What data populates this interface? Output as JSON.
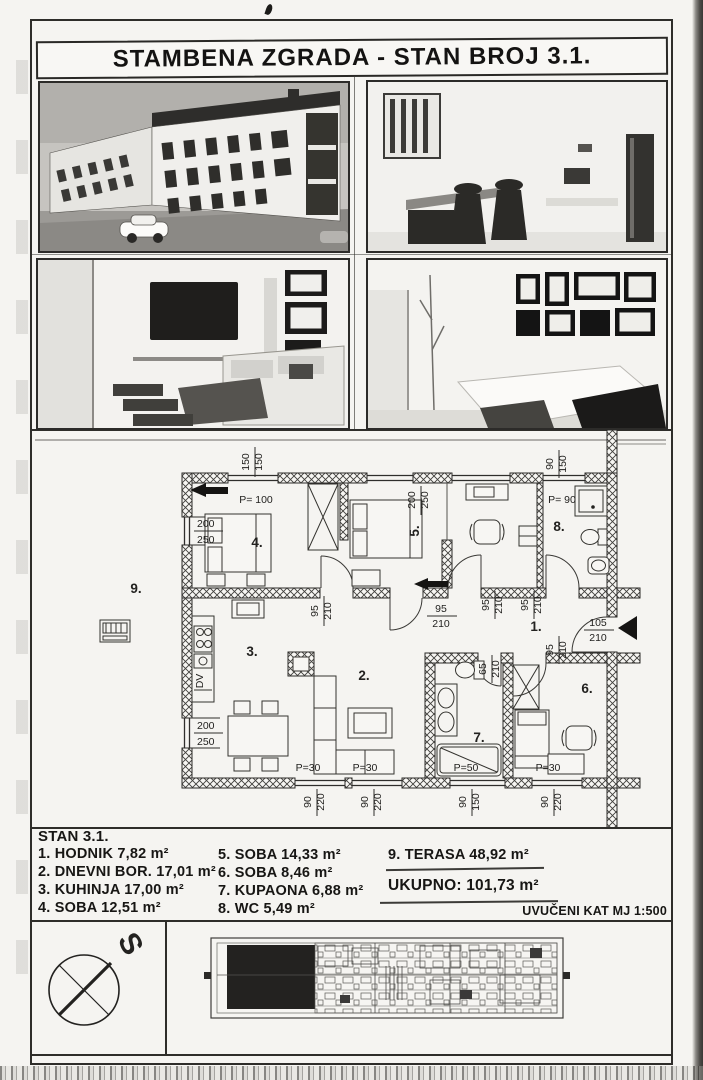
{
  "title": "STAMBENA ZGRADA - STAN BROJ 3.1.",
  "plan": {
    "room_labels": {
      "r1": "1.",
      "r2": "2.",
      "r3": "3.",
      "r4": "4.",
      "r5": "5.",
      "r6": "6.",
      "r7": "7.",
      "r8": "8.",
      "r9": "9."
    },
    "dim_labels": {
      "top_window_w": "150",
      "top_window_h": "150",
      "parapet_top": "P= 100",
      "nook_window_w": "200",
      "nook_window_h": "250",
      "wc_window_w": "90",
      "wc_window_h": "150",
      "parapet_wc": "P= 90",
      "room4_window_w": "200",
      "room4_window_h": "250",
      "kitchen_window_w": "200",
      "kitchen_window_h": "250",
      "door_g1_w": "95",
      "door_g1_h": "210",
      "door_g2_w": "95",
      "door_g2_h": "210",
      "door_g3_w": "95",
      "door_g3_h": "210",
      "door_g4_w": "95",
      "door_g4_h": "210",
      "door_room6_w": "95",
      "door_room6_h": "210",
      "door_bath_w": "65",
      "door_bath_h": "210",
      "entry_w": "105",
      "entry_h": "210",
      "parapet_b1": "P=30",
      "parapet_b2": "P=30",
      "parapet_b3": "P=50",
      "parapet_b4": "P=30",
      "win_b1_w": "90",
      "win_b1_h": "220",
      "win_b2_w": "90",
      "win_b2_h": "220",
      "win_b3_w": "90",
      "win_b3_h": "150",
      "win_b4_w": "90",
      "win_b4_h": "220",
      "dishwasher": "DV"
    }
  },
  "legend": {
    "stan_title": "STAN 3.1.",
    "col1": [
      "1. HODNIK 7,82 m²",
      "2. DNEVNI BOR. 17,01 m²",
      "3. KUHINJA 17,00 m²",
      "4. SOBA 12,51 m²"
    ],
    "col2": [
      "5. SOBA 14,33 m²",
      "6. SOBA 8,46 m²",
      "7. KUPAONA 6,88 m²",
      "8. WC 5,49 m²"
    ],
    "terrace": "9. TERASA 48,92 m²",
    "total": "UKUPNO:  101,73 m²",
    "scale_caption": "UVUČENI KAT MJ 1:500"
  },
  "compass": {
    "north_letter": "S"
  }
}
